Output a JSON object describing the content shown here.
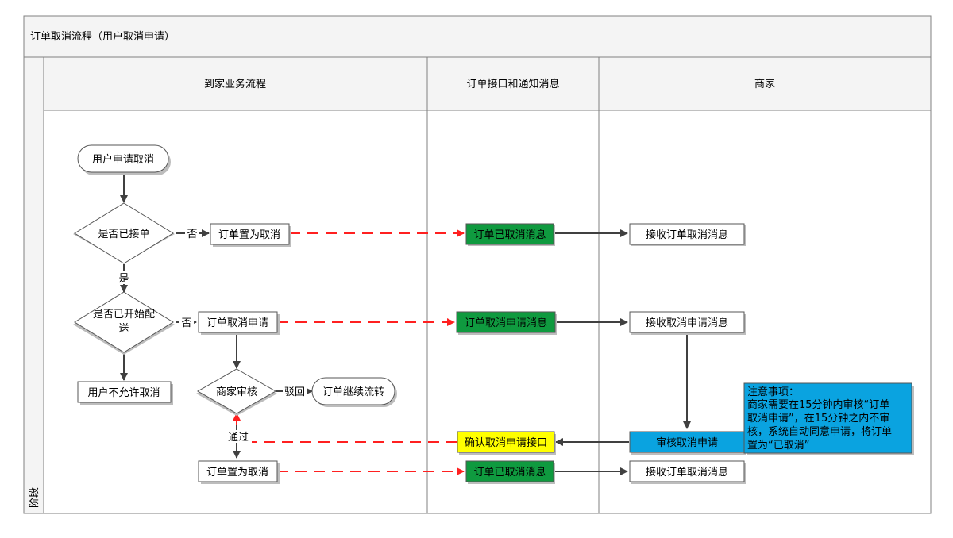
{
  "diagram": {
    "title": "订单取消流程（用户取消申请）",
    "phase_label": "阶段",
    "lanes": [
      "到家业务流程",
      "订单接口和通知消息",
      "商家"
    ],
    "nodes": {
      "start": "用户申请取消",
      "d_accepted": "是否已接单",
      "set_cancel_1": "订单置为取消",
      "msg_cancelled_1": "订单已取消消息",
      "recv_cancel_1": "接收订单取消消息",
      "d_delivery_line1": "是否已开始配",
      "d_delivery_line2": "送",
      "cancel_request": "订单取消申请",
      "msg_cancel_request": "订单取消申请消息",
      "recv_cancel_request": "接收取消申请消息",
      "not_allowed": "用户不允许取消",
      "merchant_review": "商家审核",
      "continue_flow": "订单继续流转",
      "review_cancel": "审核取消申请",
      "confirm_api": "确认取消申请接口",
      "set_cancel_2": "订单置为取消",
      "msg_cancelled_2": "订单已取消消息",
      "recv_cancel_2": "接收订单取消消息"
    },
    "edge_labels": {
      "no_1": "否",
      "yes": "是",
      "no_2": "否",
      "reject": "驳回",
      "pass": "通过"
    },
    "note": {
      "title": "注意事项：",
      "lines": [
        "商家需要在15分钟内审核“订单",
        "取消申请”，在15分钟之内不审",
        "核，系统自动同意申请，将订单",
        "置为“已取消”"
      ]
    },
    "colors": {
      "green_message": "#0f9a3f",
      "yellow_api": "#ffff00",
      "blue_review": "#0aa3e0",
      "dashed_arrow": "#ff2020"
    }
  }
}
